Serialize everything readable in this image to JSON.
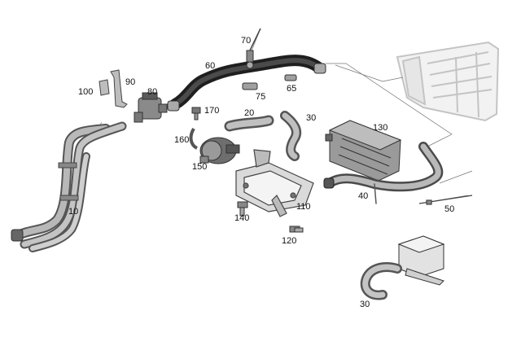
{
  "callouts": {
    "c10": "10",
    "c20": "20",
    "c30a": "30",
    "c30b": "30",
    "c40": "40",
    "c50": "50",
    "c60": "60",
    "c65": "65",
    "c70": "70",
    "c75": "75",
    "c80": "80",
    "c90": "90",
    "c100": "100",
    "c110": "110",
    "c120": "120",
    "c130": "130",
    "c140": "140",
    "c150": "150",
    "c160": "160",
    "c170": "170"
  },
  "colors": {
    "hose_dark": "#3a3a3a",
    "hose_light": "#9a9a9a",
    "part_grey": "#bdbdbd",
    "ghost": "#d9d9d9",
    "leader": "#666666",
    "text": "#111111"
  }
}
